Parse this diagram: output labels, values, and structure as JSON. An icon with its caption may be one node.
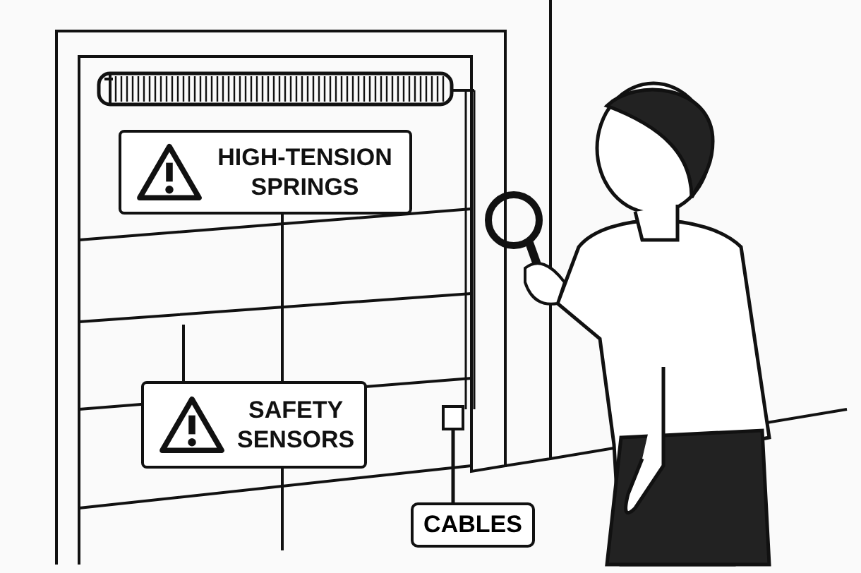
{
  "diagram": {
    "nodes": [
      {
        "text": [
          "HIGH-TENSION SPRINGS"
        ]
      },
      {
        "text": [
          "SAFETY SENSORS"
        ]
      },
      {
        "text": [
          "CABLES"
        ]
      },
      {
        "text": [],
        "shape": "box"
      }
    ],
    "edges": [
      {
        "from": 2,
        "to": 3,
        "arrow": "none"
      }
    ]
  }
}
